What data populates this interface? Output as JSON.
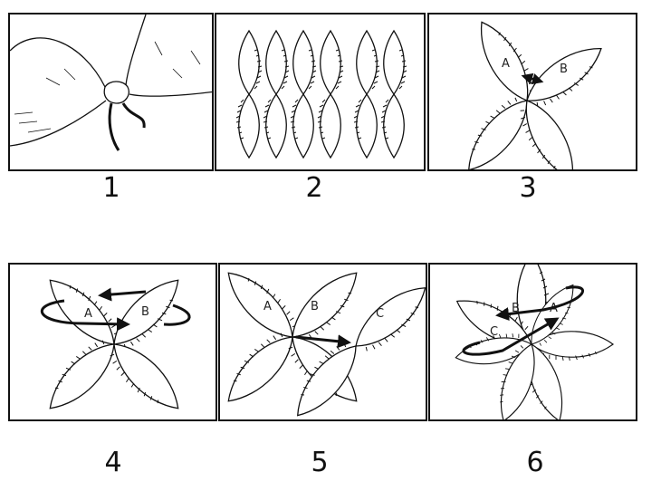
{
  "steps": [
    {
      "number": "1"
    },
    {
      "number": "2"
    },
    {
      "number": "3",
      "labels": [
        "A",
        "B"
      ]
    },
    {
      "number": "4",
      "labels": [
        "A",
        "B"
      ]
    },
    {
      "number": "5",
      "labels": [
        "A",
        "B",
        "C"
      ]
    },
    {
      "number": "6",
      "labels": [
        "A",
        "B",
        "C"
      ]
    }
  ]
}
